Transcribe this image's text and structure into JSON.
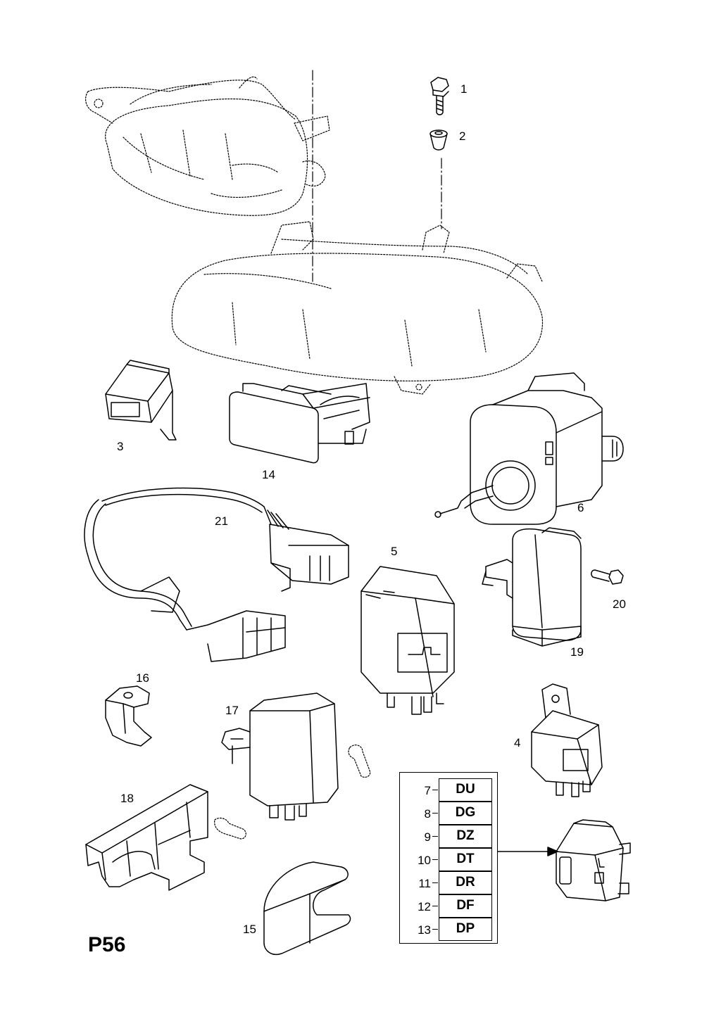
{
  "page_id": "P56",
  "callouts": {
    "c1": "1",
    "c2": "2",
    "c3": "3",
    "c4": "4",
    "c5": "5",
    "c6": "6",
    "c14": "14",
    "c15": "15",
    "c16": "16",
    "c17": "17",
    "c18": "18",
    "c19": "19",
    "c20": "20",
    "c21": "21"
  },
  "code_table": {
    "rows": [
      {
        "num": "7",
        "code": "DU"
      },
      {
        "num": "8",
        "code": "DG"
      },
      {
        "num": "9",
        "code": "DZ"
      },
      {
        "num": "10",
        "code": "DT"
      },
      {
        "num": "11",
        "code": "DR"
      },
      {
        "num": "12",
        "code": "DF"
      },
      {
        "num": "13",
        "code": "DP"
      }
    ]
  }
}
